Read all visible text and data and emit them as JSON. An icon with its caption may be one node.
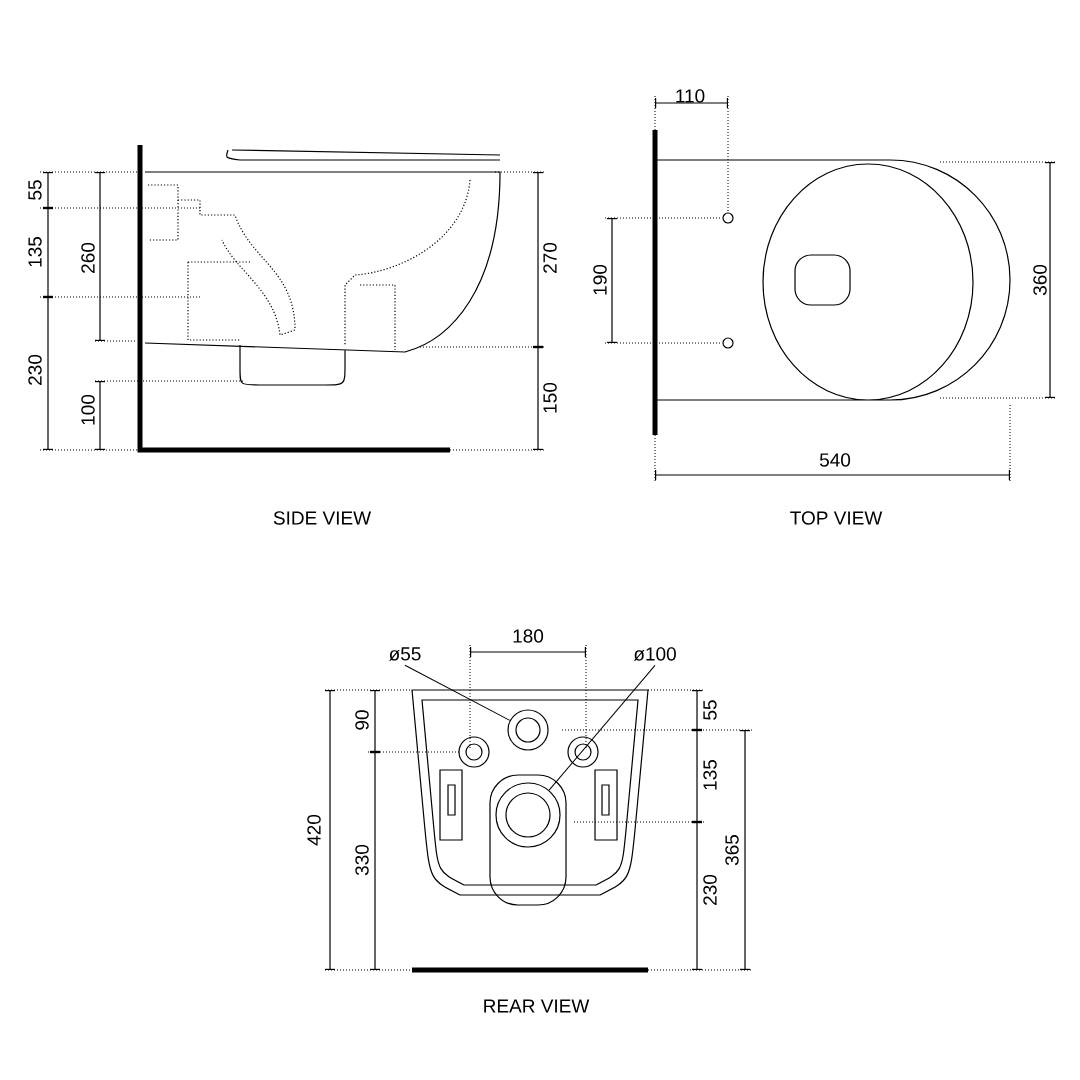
{
  "diagram": {
    "nodes": [
      {
        "text": [
          "ø55"
        ]
      },
      {
        "text": [],
        "shape": "circle"
      },
      {
        "text": [
          "ø100"
        ]
      },
      {
        "text": [],
        "shape": "circle"
      }
    ],
    "edges": [
      {
        "from": 0,
        "to": 1,
        "arrow": "none"
      },
      {
        "from": 2,
        "to": 3,
        "arrow": "none"
      }
    ],
    "labels": [
      "110",
      "55",
      "135",
      "260",
      "270",
      "190",
      "360",
      "230",
      "150",
      "100",
      "540",
      "SIDE VIEW",
      "TOP VIEW",
      "180",
      "90",
      "55",
      "135",
      "420",
      "330",
      "365",
      "230",
      "REAR VIEW"
    ]
  }
}
